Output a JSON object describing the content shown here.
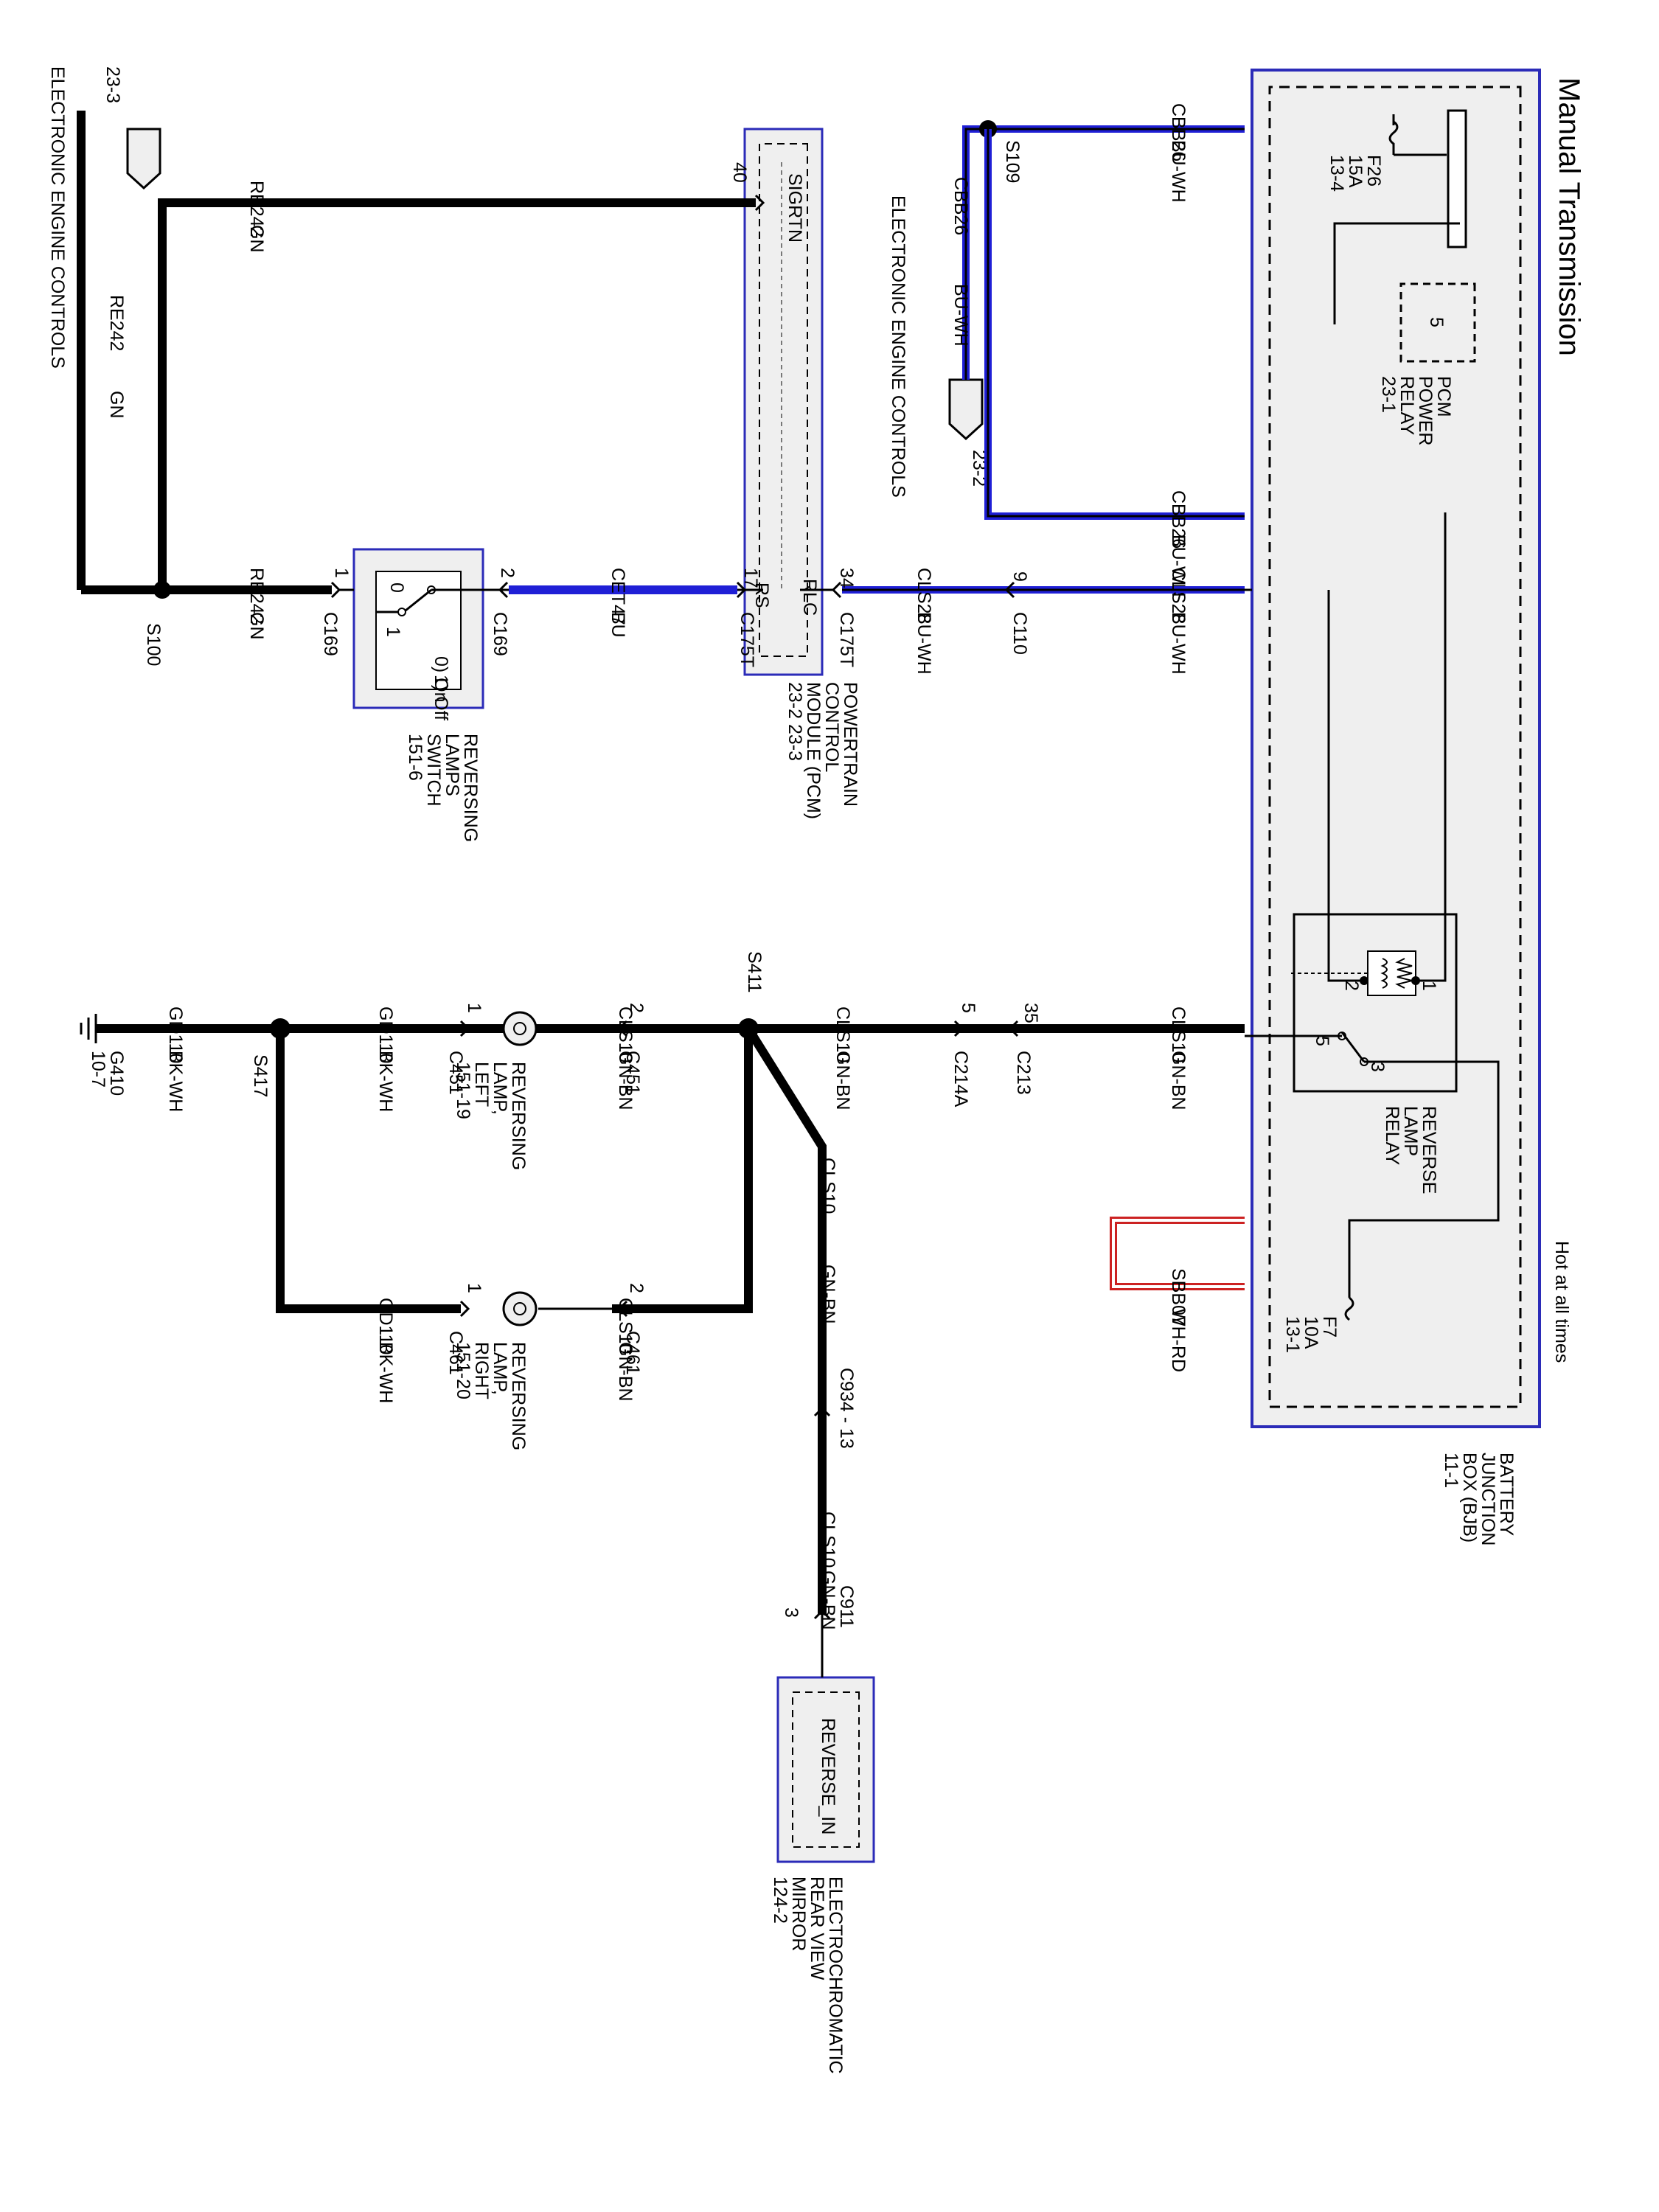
{
  "title": "Manual Transmission",
  "hot_note": "Hot at all times",
  "components": {
    "bjb": {
      "name": [
        "BATTERY",
        "JUNCTION",
        "BOX (BJB)"
      ],
      "ref": "11-1"
    },
    "f26": {
      "id": "F26",
      "rating": "15A",
      "ref": "13-4"
    },
    "f7": {
      "id": "F7",
      "rating": "10A",
      "ref": "13-1"
    },
    "pcm_relay": {
      "pin": "5",
      "name": [
        "PCM",
        "POWER",
        "RELAY"
      ],
      "ref": "23-1"
    },
    "reverse_relay": {
      "name": [
        "REVERSE",
        "LAMP",
        "RELAY"
      ],
      "pins": [
        "1",
        "2",
        "3",
        "5"
      ]
    },
    "pcm": {
      "name": [
        "POWERTRAIN",
        "CONTROL",
        "MODULE (PCM)"
      ],
      "refs": "23-2   23-3",
      "pins": [
        "SIGRTN",
        "RS",
        "RLC"
      ]
    },
    "reversing_switch": {
      "name": [
        "REVERSING",
        "LAMPS",
        "SWITCH"
      ],
      "ref": "151-6",
      "states": [
        "0) On",
        "1) Off"
      ],
      "contacts": [
        "0",
        "1"
      ]
    },
    "lamp_left": {
      "name": [
        "REVERSING",
        "LAMP,",
        "LEFT"
      ],
      "ref": "151-19"
    },
    "lamp_right": {
      "name": [
        "REVERSING",
        "LAMP,",
        "RIGHT"
      ],
      "ref": "151-20"
    },
    "mirror": {
      "pin": "REVERSE_IN",
      "name": [
        "ELECTROCHROMATIC",
        "REAR VIEW",
        "MIRROR"
      ],
      "ref": "124-2"
    },
    "ground": {
      "id": "G410",
      "ref": "10-7"
    }
  },
  "offpage": {
    "eec_top": {
      "text": "ELECTRONIC ENGINE CONTROLS",
      "ref": "23-3"
    },
    "eec_mid": {
      "text": "ELECTRONIC ENGINE CONTROLS",
      "ref": "23-2"
    }
  },
  "wires": {
    "cbb26": {
      "circuit": "CBB26",
      "color": "BU-WH"
    },
    "cls28": {
      "circuit": "CLS28",
      "color": "BU-WH"
    },
    "cls10": {
      "circuit": "CLS10",
      "color": "GN-BN"
    },
    "sbb07": {
      "circuit": "SBB07",
      "color": "WH-RD"
    },
    "re242": {
      "circuit": "RE242",
      "color": "GN"
    },
    "cet47": {
      "circuit": "CET47",
      "color": "BU"
    },
    "gd110": {
      "circuit": "GD110",
      "color": "BK-WH"
    }
  },
  "connectors": {
    "c110": {
      "id": "C110",
      "pin": "9"
    },
    "c175t_rlc": {
      "id": "C175T",
      "pin": "34"
    },
    "c175t_rs": {
      "id": "C175T",
      "pin": "17"
    },
    "c175t_sig": {
      "pin": "40"
    },
    "c169_2": {
      "id": "C169",
      "pin": "2"
    },
    "c169_1": {
      "id": "C169",
      "pin": "1"
    },
    "c213": {
      "id": "C213",
      "pin": "35"
    },
    "c214a": {
      "id": "C214A",
      "pin": "5"
    },
    "c451_2": {
      "id": "C451",
      "pin": "2"
    },
    "c451_1": {
      "id": "C451",
      "pin": "1"
    },
    "c461_2": {
      "id": "C461",
      "pin": "2"
    },
    "c461_1": {
      "id": "C461",
      "pin": "1"
    },
    "c934": {
      "id": "C934 - 13"
    },
    "c911": {
      "id": "C911",
      "pin": "3"
    }
  },
  "splices": {
    "s109": "S109",
    "s100": "S100",
    "s411": "S411",
    "s417": "S417"
  },
  "colors": {
    "blue_wire": "#1f1fd6",
    "box_fill": "#efefef",
    "box_border": "#2b2bb8",
    "red_wire": "#cc2222"
  }
}
